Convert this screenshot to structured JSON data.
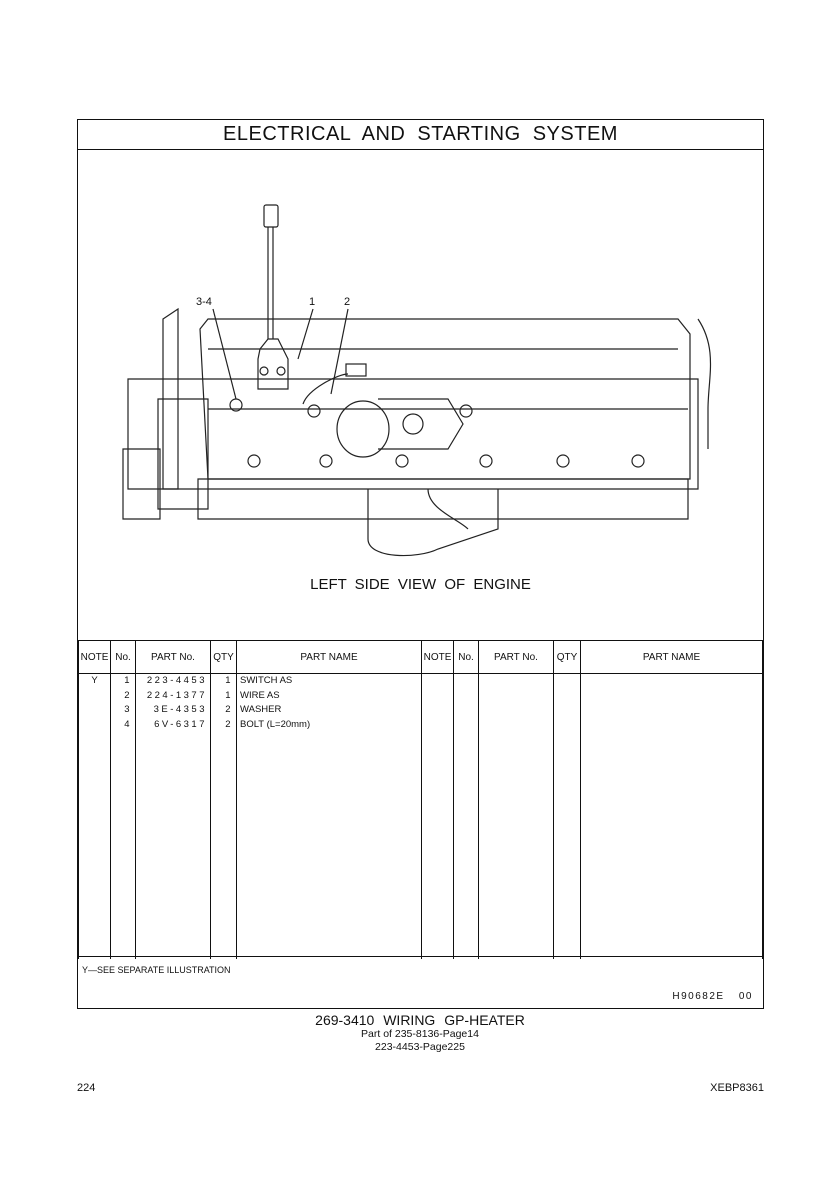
{
  "title": "ELECTRICAL AND STARTING SYSTEM",
  "illustration": {
    "caption": "LEFT SIDE VIEW OF ENGINE",
    "callouts": [
      "3-4",
      "1",
      "2"
    ]
  },
  "table": {
    "headers": [
      "NOTE",
      "No.",
      "PART No.",
      "QTY",
      "PART NAME",
      "NOTE",
      "No.",
      "PART No.",
      "QTY",
      "PART NAME"
    ],
    "rows": [
      {
        "note": "Y",
        "no": "1",
        "part_no": "223-4453",
        "qty": "1",
        "name": "SWITCH AS"
      },
      {
        "note": "",
        "no": "2",
        "part_no": "224-1377",
        "qty": "1",
        "name": "WIRE AS"
      },
      {
        "note": "",
        "no": "3",
        "part_no": "3E-4353",
        "qty": "2",
        "name": "WASHER"
      },
      {
        "note": "",
        "no": "4",
        "part_no": "6V-6317",
        "qty": "2",
        "name": "BOLT (L=20mm)"
      }
    ]
  },
  "footer": {
    "note": "Y—SEE SEPARATE ILLUSTRATION",
    "code": "H90682E 00"
  },
  "group": {
    "title": "269-3410 WIRING GP-HEATER",
    "part_of": "Part of 235-8136-Page14",
    "ref": "223-4453-Page225"
  },
  "page": {
    "number": "224",
    "doc": "XEBP8361"
  }
}
